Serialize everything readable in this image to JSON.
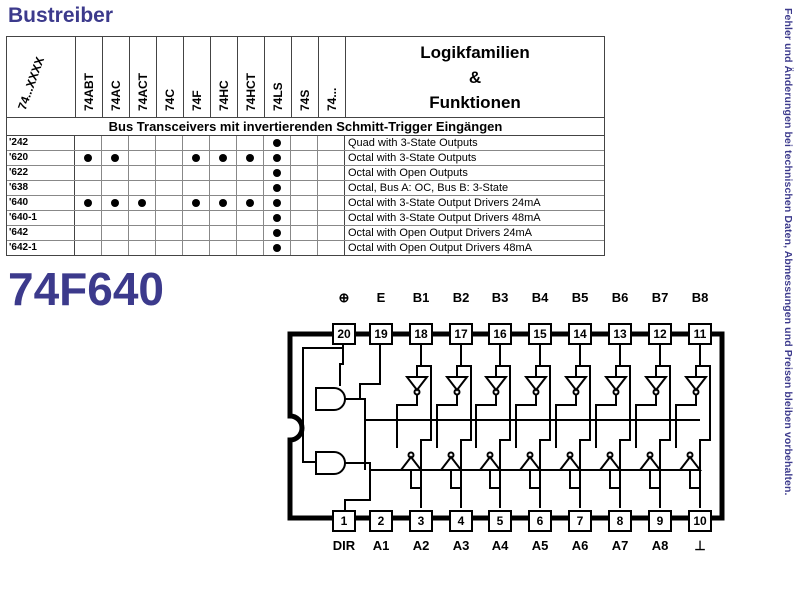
{
  "title": "Bustreiber",
  "side_note": "Fehler und Änderungen bei technischen Daten, Abmessungen und Preisen bleiben vorbehalten.",
  "part_number": "74F640",
  "table": {
    "corner_label": "74...XXXX",
    "families": [
      "74ABT",
      "74AC",
      "74ACT",
      "74C",
      "74F",
      "74HC",
      "74HCT",
      "74LS",
      "74S",
      "74..."
    ],
    "logic_header": [
      "Logikfamilien",
      "&",
      "Funktionen"
    ],
    "section_title": "Bus Transceivers mit invertierenden Schmitt-Trigger Eingängen",
    "rows": [
      {
        "part": "'242",
        "dots": [
          0,
          0,
          0,
          0,
          0,
          0,
          0,
          1,
          0,
          0
        ],
        "desc": "Quad with 3-State Outputs"
      },
      {
        "part": "'620",
        "dots": [
          1,
          1,
          0,
          0,
          1,
          1,
          1,
          1,
          0,
          0
        ],
        "desc": "Octal with 3-State Outputs"
      },
      {
        "part": "'622",
        "dots": [
          0,
          0,
          0,
          0,
          0,
          0,
          0,
          1,
          0,
          0
        ],
        "desc": "Octal with Open Outputs"
      },
      {
        "part": "'638",
        "dots": [
          0,
          0,
          0,
          0,
          0,
          0,
          0,
          1,
          0,
          0
        ],
        "desc": "Octal, Bus A: OC, Bus B: 3-State"
      },
      {
        "part": "'640",
        "dots": [
          1,
          1,
          1,
          0,
          1,
          1,
          1,
          1,
          0,
          0
        ],
        "desc": "Octal with 3-State Output Drivers 24mA"
      },
      {
        "part": "'640-1",
        "dots": [
          0,
          0,
          0,
          0,
          0,
          0,
          0,
          1,
          0,
          0
        ],
        "desc": "Octal with 3-State Output Drivers 48mA"
      },
      {
        "part": "'642",
        "dots": [
          0,
          0,
          0,
          0,
          0,
          0,
          0,
          1,
          0,
          0
        ],
        "desc": "Octal with Open Output Drivers 24mA"
      },
      {
        "part": "'642-1",
        "dots": [
          0,
          0,
          0,
          0,
          0,
          0,
          0,
          1,
          0,
          0
        ],
        "desc": "Octal with Open Output Drivers 48mA"
      }
    ]
  },
  "pinout": {
    "top_pins": [
      {
        "num": "20",
        "label": "⊕"
      },
      {
        "num": "19",
        "label": "E"
      },
      {
        "num": "18",
        "label": "B1"
      },
      {
        "num": "17",
        "label": "B2"
      },
      {
        "num": "16",
        "label": "B3"
      },
      {
        "num": "15",
        "label": "B4"
      },
      {
        "num": "14",
        "label": "B5"
      },
      {
        "num": "13",
        "label": "B6"
      },
      {
        "num": "12",
        "label": "B7"
      },
      {
        "num": "11",
        "label": "B8"
      }
    ],
    "bottom_pins": [
      {
        "num": "1",
        "label": "DIR"
      },
      {
        "num": "2",
        "label": "A1"
      },
      {
        "num": "3",
        "label": "A2"
      },
      {
        "num": "4",
        "label": "A3"
      },
      {
        "num": "5",
        "label": "A4"
      },
      {
        "num": "6",
        "label": "A5"
      },
      {
        "num": "7",
        "label": "A6"
      },
      {
        "num": "8",
        "label": "A7"
      },
      {
        "num": "9",
        "label": "A8"
      },
      {
        "num": "10",
        "label": "⊥"
      }
    ]
  }
}
